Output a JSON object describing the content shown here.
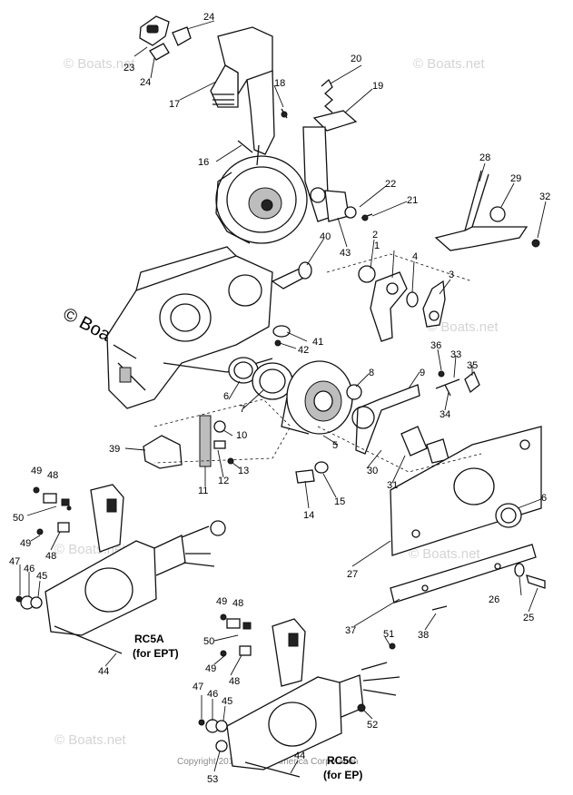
{
  "watermarks": {
    "corner": "© Boats.net",
    "center": "© Boats.net",
    "copyright": "Copyright 2015 Tohatsu America Corporation"
  },
  "captions": {
    "rc5a_line1": "RC5A",
    "rc5a_line2": "(for EPT)",
    "rc5c_line1": "RC5C",
    "rc5c_line2": "(for EP)"
  },
  "part_callouts": [
    "1",
    "2",
    "3",
    "4",
    "5",
    "6",
    "7",
    "8",
    "9",
    "10",
    "11",
    "12",
    "13",
    "14",
    "15",
    "16",
    "17",
    "18",
    "19",
    "20",
    "21",
    "22",
    "23",
    "24",
    "25",
    "26",
    "27",
    "28",
    "29",
    "30",
    "31",
    "32",
    "33",
    "34",
    "35",
    "36",
    "37",
    "38",
    "39",
    "40",
    "41",
    "42",
    "43",
    "44",
    "45",
    "46",
    "47",
    "48",
    "49",
    "50",
    "51",
    "52",
    "53"
  ]
}
